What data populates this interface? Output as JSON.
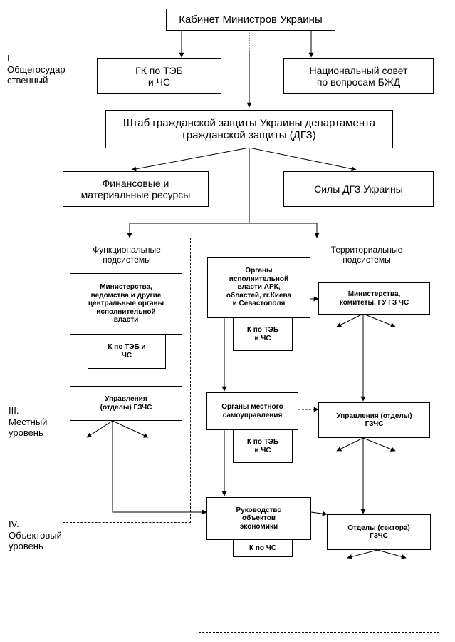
{
  "top": "Кабинет Министров Украины",
  "gk_tes": "ГК по ТЭБ\nи ЧС",
  "nat_council": "Национальный совет\nпо вопросам БЖД",
  "shtab": "Штаб гражданской защиты Украины департамента\nгражданской защиты (ДГЗ)",
  "finance": "Финансовые и\nматериальные ресурсы",
  "forces": "Силы ДГЗ Украины",
  "functional": {
    "title": "Функциональные\nподсистемы",
    "ministries": "Министерства,\nведомства и другие\nцентральные органы\nисполнительной\nвласти",
    "k_teb": "К по ТЭБ и\nЧС",
    "upravlenia": "Управления\n(отделы) ГЗЧС"
  },
  "territorial": {
    "title": "Территориальные\nподсистемы",
    "organy_ark": "Органы\nисполнительной\nвласти АРК,\nобластей, гг.Киева\nи Севастополя",
    "ministries_komitety": "Министерства,\nкомитеты, ГУ ГЗ ЧС",
    "k_teb_1": "К по ТЭБ\nи ЧС",
    "organy_mestnogo": "Органы местного\nсамоуправления",
    "upravlenia": "Управления (отделы)\nГЗЧС",
    "k_teb_2": "К по ТЭБ\nи ЧС",
    "rukovodstvo": "Руководство\nобъектов\nэкономики",
    "otdely": "Отделы (сектора)\nГЗЧС",
    "k_chs": "К по ЧС"
  },
  "levels": {
    "l1": "I.\nОбщегосудар\nственный",
    "l3": "III.\nМестный\nуровень",
    "l4": "IV.\nОбъектовый\nуровень"
  },
  "icons": [
    "arrow-head-icon"
  ]
}
